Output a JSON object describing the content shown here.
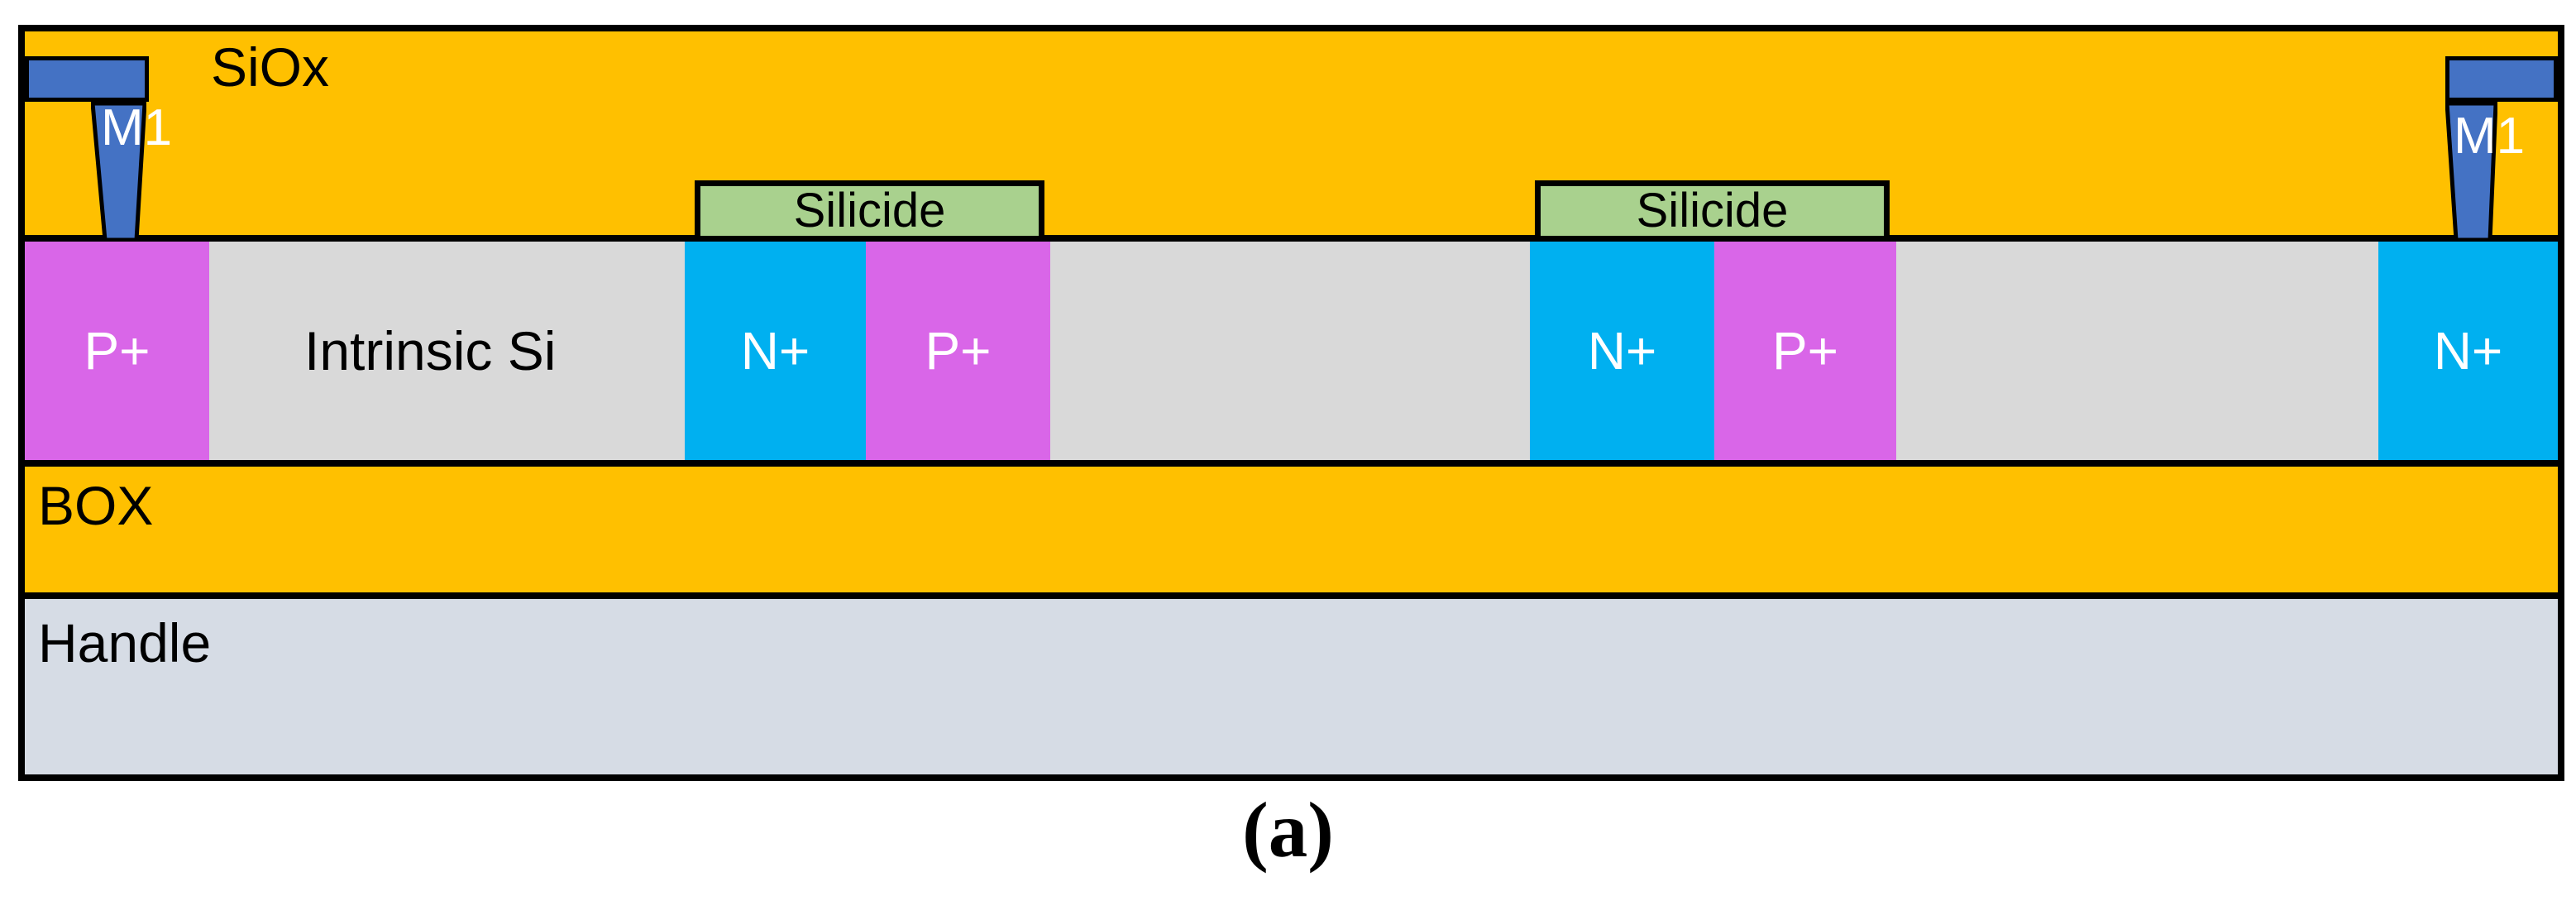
{
  "colors": {
    "oxide": "#FFC000",
    "metal": "#4472C4",
    "n_plus": "#00B0F0",
    "p_plus": "#D966E8",
    "silicide": "#A9D18E",
    "intrinsic": "#D9D9D9",
    "handle": "#D6DCE5",
    "border": "#000000"
  },
  "labels": {
    "siox": "SiOx",
    "intrinsic": "Intrinsic Si",
    "box": "BOX",
    "handle": "Handle",
    "m1_left": "M1",
    "m1_right": "M1",
    "caption": "(a)"
  },
  "silicide": [
    {
      "label": "Silicide"
    },
    {
      "label": "Silicide"
    }
  ],
  "regions": [
    {
      "label": "P+"
    },
    {
      "label": "N+"
    },
    {
      "label": "P+"
    },
    {
      "label": "N+"
    },
    {
      "label": "P+"
    },
    {
      "label": "N+"
    }
  ]
}
